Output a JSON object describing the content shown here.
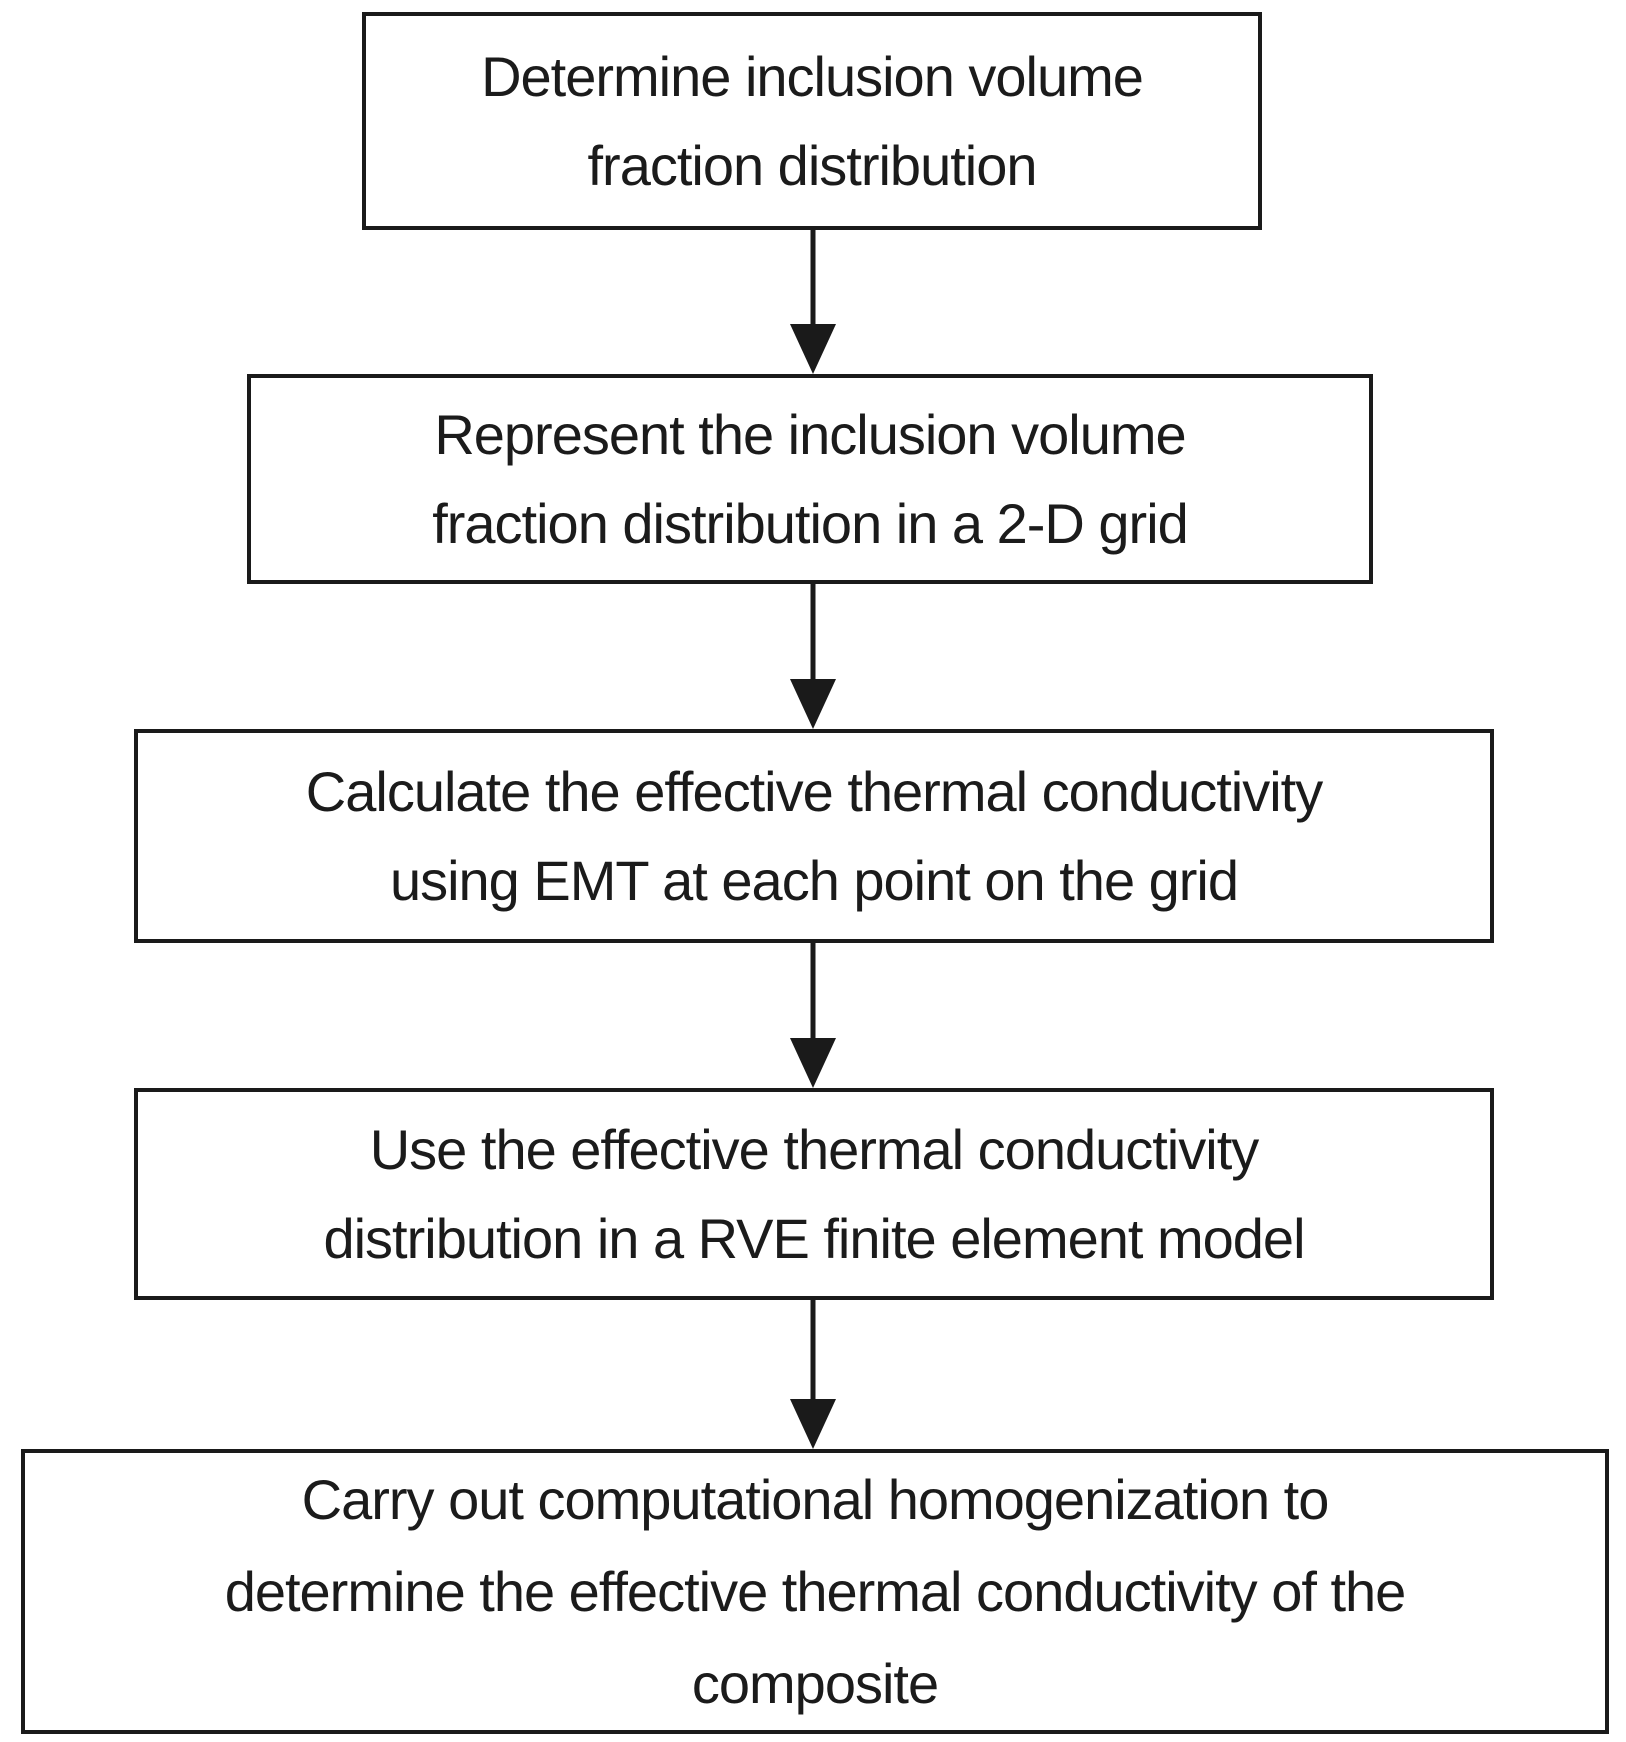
{
  "diagram": {
    "type": "flowchart",
    "direction": "top-down",
    "colors": {
      "background": "#ffffff",
      "box_fill": "#ffffff",
      "box_border": "#1a1a1a",
      "text": "#1b1b1b",
      "arrow": "#1a1a1a"
    },
    "steps": [
      {
        "id": "step-1",
        "label": "Determine inclusion volume fraction distribution",
        "lines": [
          "Determine inclusion volume",
          "fraction distribution"
        ]
      },
      {
        "id": "step-2",
        "label": "Represent the inclusion volume fraction distribution in a 2-D grid",
        "lines": [
          "Represent the inclusion volume",
          "fraction distribution in a 2-D grid"
        ]
      },
      {
        "id": "step-3",
        "label": "Calculate the effective thermal conductivity using EMT at each point on the grid",
        "lines": [
          "Calculate the effective thermal conductivity",
          "using EMT at each point on the grid"
        ]
      },
      {
        "id": "step-4",
        "label": "Use the effective thermal conductivity distribution in a RVE finite element model",
        "lines": [
          "Use the effective thermal conductivity",
          "distribution in a RVE finite element model"
        ]
      },
      {
        "id": "step-5",
        "label": "Carry out computational homogenization to determine the effective thermal conductivity of the composite",
        "lines": [
          "Carry out computational homogenization to",
          "determine the effective thermal conductivity of the",
          "composite"
        ]
      }
    ],
    "connections": [
      {
        "from": "step-1",
        "to": "step-2"
      },
      {
        "from": "step-2",
        "to": "step-3"
      },
      {
        "from": "step-3",
        "to": "step-4"
      },
      {
        "from": "step-4",
        "to": "step-5"
      }
    ]
  }
}
